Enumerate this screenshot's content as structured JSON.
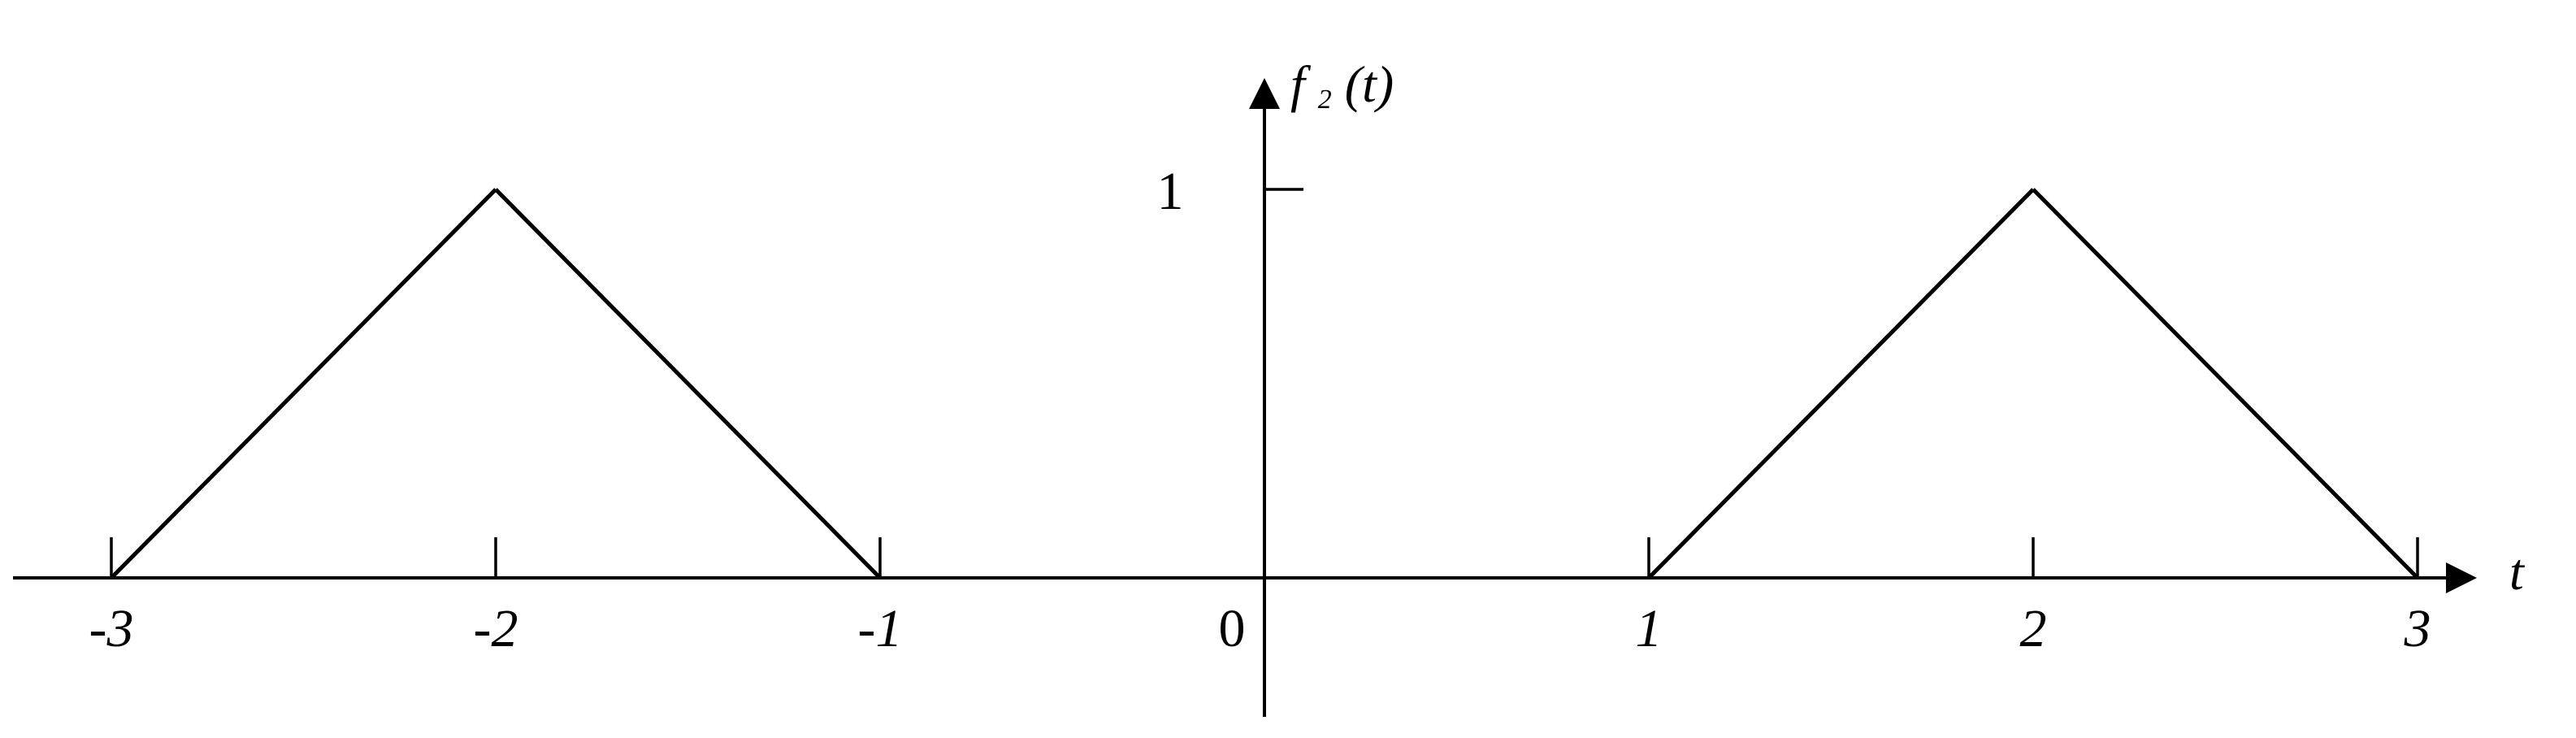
{
  "chart_data": {
    "type": "line",
    "title": "",
    "xlabel": "t",
    "ylabel": "f₂(t)",
    "ylabel_parts": {
      "main": "f",
      "sub": "2",
      "arg": "(t)"
    },
    "xlim": [
      -3.3,
      3.3
    ],
    "ylim": [
      -0.35,
      1.3
    ],
    "x_ticks": [
      -3,
      -2,
      -1,
      1,
      2,
      3
    ],
    "x_tick_labels": [
      "-3",
      "-2",
      "-1",
      "1",
      "2",
      "3"
    ],
    "origin_label": "0",
    "y_ticks": [
      1
    ],
    "y_tick_labels": [
      "1"
    ],
    "grid": false,
    "series": [
      {
        "x": [
          -3,
          -2,
          -1,
          1,
          2,
          3
        ],
        "y": [
          0,
          1,
          0,
          0,
          1,
          0
        ]
      }
    ]
  }
}
